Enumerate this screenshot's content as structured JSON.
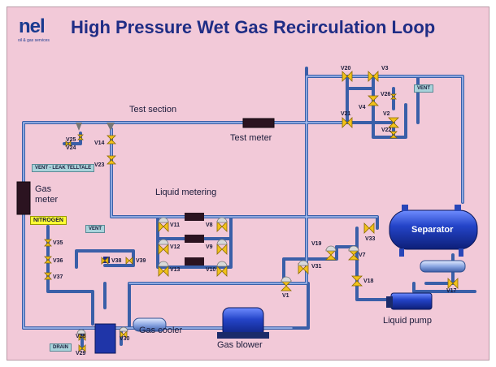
{
  "header": {
    "logo_text": "nel",
    "logo_subtext": "oil & gas services",
    "title": "High Pressure Wet Gas Recirculation Loop"
  },
  "labels": {
    "test_section": "Test section",
    "test_meter": "Test meter",
    "gas_meter_line1": "Gas",
    "gas_meter_line2": "meter",
    "liquid_metering": "Liquid metering",
    "separator": "Separator",
    "liquid_pump": "Liquid pump",
    "gas_cooler": "Gas cooler",
    "gas_blower": "Gas blower"
  },
  "tags": {
    "vent_right": "VENT",
    "vent_leak": "VENT - LEAK",
    "telltale": "TELLTALE",
    "nitrogen": "NITROGEN",
    "vent_left": "VENT",
    "drain": "DRAIN"
  },
  "valves": {
    "v1": "V1",
    "v2": "V2",
    "v3": "V3",
    "v4": "V4",
    "v7": "V7",
    "v8": "V8",
    "v9": "V9",
    "v10": "V10",
    "v11": "V11",
    "v12": "V12",
    "v13": "V13",
    "v14": "V14",
    "v17": "V17",
    "v18": "V18",
    "v19": "V19",
    "v20": "V20",
    "v21": "V21",
    "v22": "V22",
    "v23": "V23",
    "v24": "V24",
    "v25": "V25",
    "v26": "V26",
    "v28": "V28",
    "v29": "V29",
    "v30": "V30",
    "v31": "V31",
    "v33": "V33",
    "v35": "V35",
    "v36": "V36",
    "v37": "V37",
    "v38": "V38",
    "v39": "V39"
  },
  "colors": {
    "background": "#f2c9d8",
    "pipe": "#5f86c9",
    "pipe_edge": "#2f4f8f",
    "valve": "#f2c21b",
    "vessel": "#1f3fb7",
    "title": "#1f2d85"
  }
}
